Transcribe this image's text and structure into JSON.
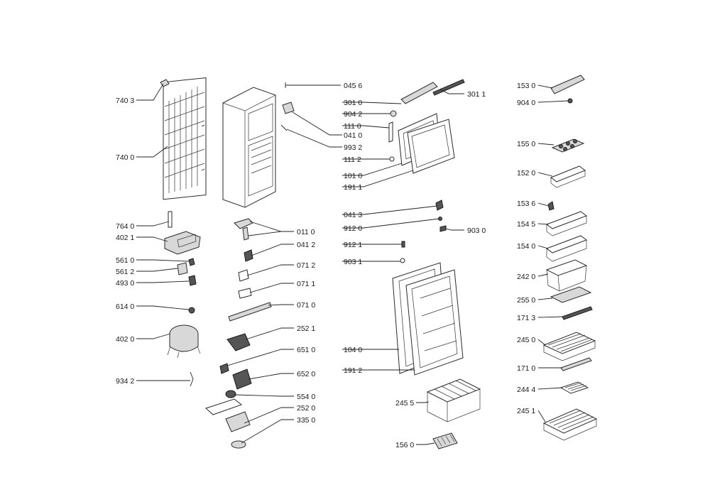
{
  "labels": [
    "740 3",
    "740 0",
    "764 0",
    "402 1",
    "561 0",
    "561 2",
    "493 0",
    "614 0",
    "402 0",
    "934 2",
    "045 6",
    "301 0",
    "301 1",
    "904 2",
    "111 0",
    "041 0",
    "993 2",
    "111 2",
    "101 0",
    "191 1",
    "011 0",
    "041 2",
    "071 2",
    "071 1",
    "071 0",
    "252 1",
    "651 0",
    "652 0",
    "554 0",
    "252 0",
    "335 0",
    "041 3",
    "912 0",
    "903 0",
    "912 1",
    "903 1",
    "104 0",
    "191 2",
    "245 5",
    "156 0",
    "153 0",
    "904 0",
    "155 0",
    "152 0",
    "153 6",
    "154 5",
    "154 0",
    "242 0",
    "255 0",
    "171 3",
    "245 0",
    "171 0",
    "244 4",
    "245 1"
  ]
}
